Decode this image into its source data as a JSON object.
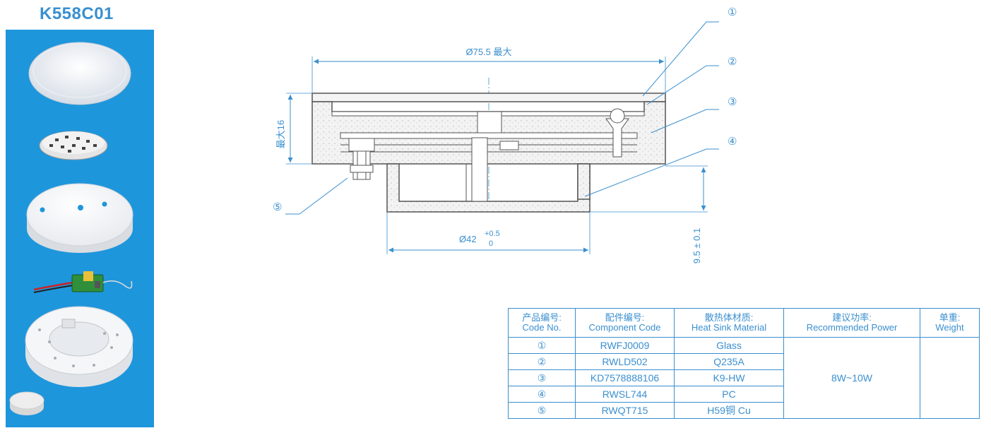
{
  "product": {
    "model": "K558C01"
  },
  "parts_panel": {
    "items": [
      "lens-cover",
      "led-board",
      "heat-sink-disc",
      "driver",
      "base-housing",
      "small-pad"
    ]
  },
  "drawing": {
    "callouts": [
      "①",
      "②",
      "③",
      "④",
      "⑤"
    ],
    "dimensions": {
      "overall_diameter": "Ø75.5 最大",
      "max_height": "最大16",
      "inner_diameter": "Ø42",
      "inner_tol_upper": "+0.5",
      "inner_tol_lower": "0",
      "step_height": "9.5 ± 0.1"
    }
  },
  "table": {
    "headers": [
      {
        "zh": "产品编号:",
        "en": "Code No."
      },
      {
        "zh": "配件编号:",
        "en": "Component Code"
      },
      {
        "zh": "散热体材质:",
        "en": "Heat Sink Material"
      },
      {
        "zh": "建议功率:",
        "en": "Recommended Power"
      },
      {
        "zh": "单重:",
        "en": "Weight"
      }
    ],
    "rows": [
      {
        "no": "①",
        "code": "RWFJ0009",
        "material": "Glass"
      },
      {
        "no": "②",
        "code": "RWLD502",
        "material": "Q235A"
      },
      {
        "no": "③",
        "code": "KD7578888106",
        "material": "K9-HW"
      },
      {
        "no": "④",
        "code": "RWSL744",
        "material": "PC"
      },
      {
        "no": "⑤",
        "code": "RWQT715",
        "material": "H59铜 Cu"
      }
    ],
    "power": "8W~10W",
    "weight": ""
  },
  "colors": {
    "accent": "#3a8fcf",
    "panel": "#1e96dc",
    "line": "#555555"
  }
}
